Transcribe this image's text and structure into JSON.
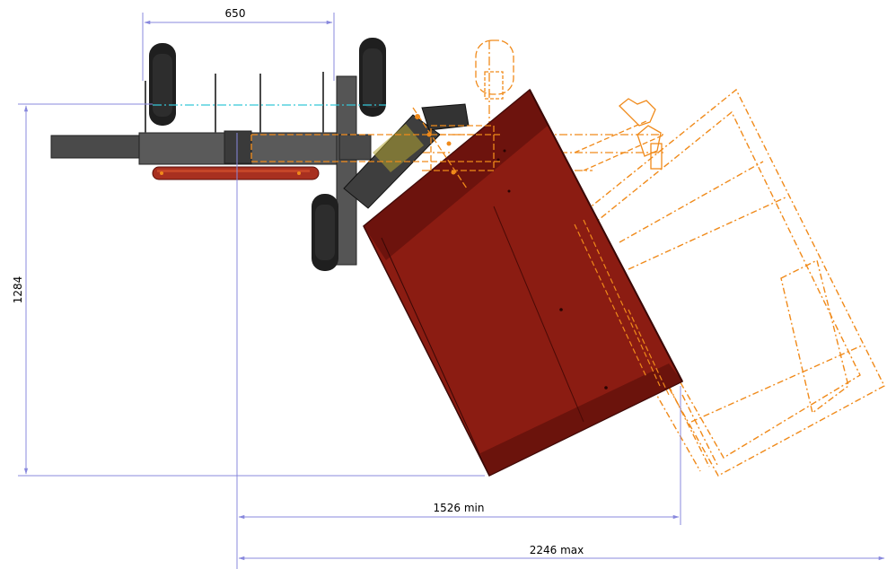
{
  "dimensions": {
    "top_width": "650",
    "height": "1284",
    "min_reach": "1526 min",
    "max_reach": "2246 max"
  },
  "colors": {
    "dimension_line": "#8888dd",
    "frame_dark": "#4a4a4a",
    "frame_mid": "#666666",
    "mower_deck": "#8b1c12",
    "mower_deck_dark": "#5e0f0a",
    "ghost_outline": "#f08a1a",
    "tire": "#1f1f1f",
    "hydraulic": "#a83020",
    "cyan_axis": "#34c6d6"
  }
}
